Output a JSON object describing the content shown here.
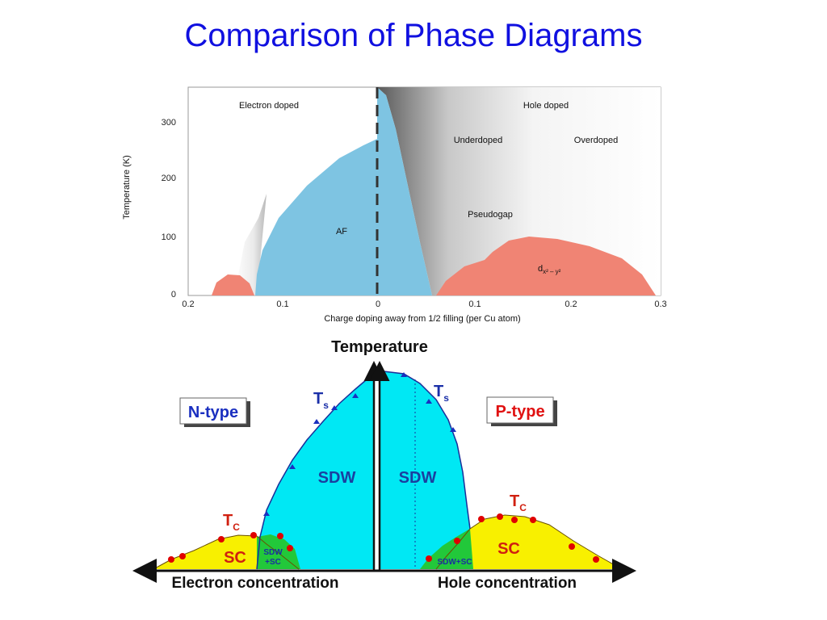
{
  "slide": {
    "title": "Comparison of Phase Diagrams"
  },
  "top_diagram": {
    "regions": {
      "electron_doped": "Electron doped",
      "hole_doped": "Hole doped",
      "underdoped": "Underdoped",
      "overdoped": "Overdoped",
      "af": "AF",
      "pseudogap": "Pseudogap",
      "sc_base": "d",
      "sc_sub": "x² – y²"
    },
    "colors": {
      "af": "#7ec4e2",
      "sc": "#f08474",
      "dash": "#333333"
    },
    "chart_data": {
      "type": "area",
      "xlabel": "Charge doping away from 1/2 filling (per Cu atom)",
      "ylabel": "Temperature (K)",
      "xticks": [
        "0.2",
        "0.1",
        "0",
        "0.1",
        "0.2",
        "0.3"
      ],
      "yticks": [
        "0",
        "100",
        "200",
        "300"
      ],
      "ylim": [
        0,
        350
      ]
    }
  },
  "bottom_diagram": {
    "axis_title": "Temperature",
    "x_left_label": "Electron concentration",
    "x_right_label": "Hole concentration",
    "n_type_label": "N-type",
    "p_type_label": "P-type",
    "sdw_left": "SDW",
    "sdw_right": "SDW",
    "ts_left": "T",
    "ts_left_sub": "s",
    "ts_right": "T",
    "ts_right_sub": "s",
    "tc_left": "T",
    "tc_left_sub": "C",
    "tc_right": "T",
    "tc_right_sub": "C",
    "sc_left": "SC",
    "sc_right": "SC",
    "sdw_sc_left_line1": "SDW",
    "sdw_sc_left_line2": "+SC",
    "sdw_sc_right": "SDW+SC",
    "colors": {
      "sdw": "#00e8f4",
      "sc": "#f8f000",
      "coexist": "#22c83a",
      "n_type": "#1a2fc0",
      "p_type": "#e01010",
      "ts_label": "#1a2fa8",
      "tc_label": "#d02010"
    }
  }
}
